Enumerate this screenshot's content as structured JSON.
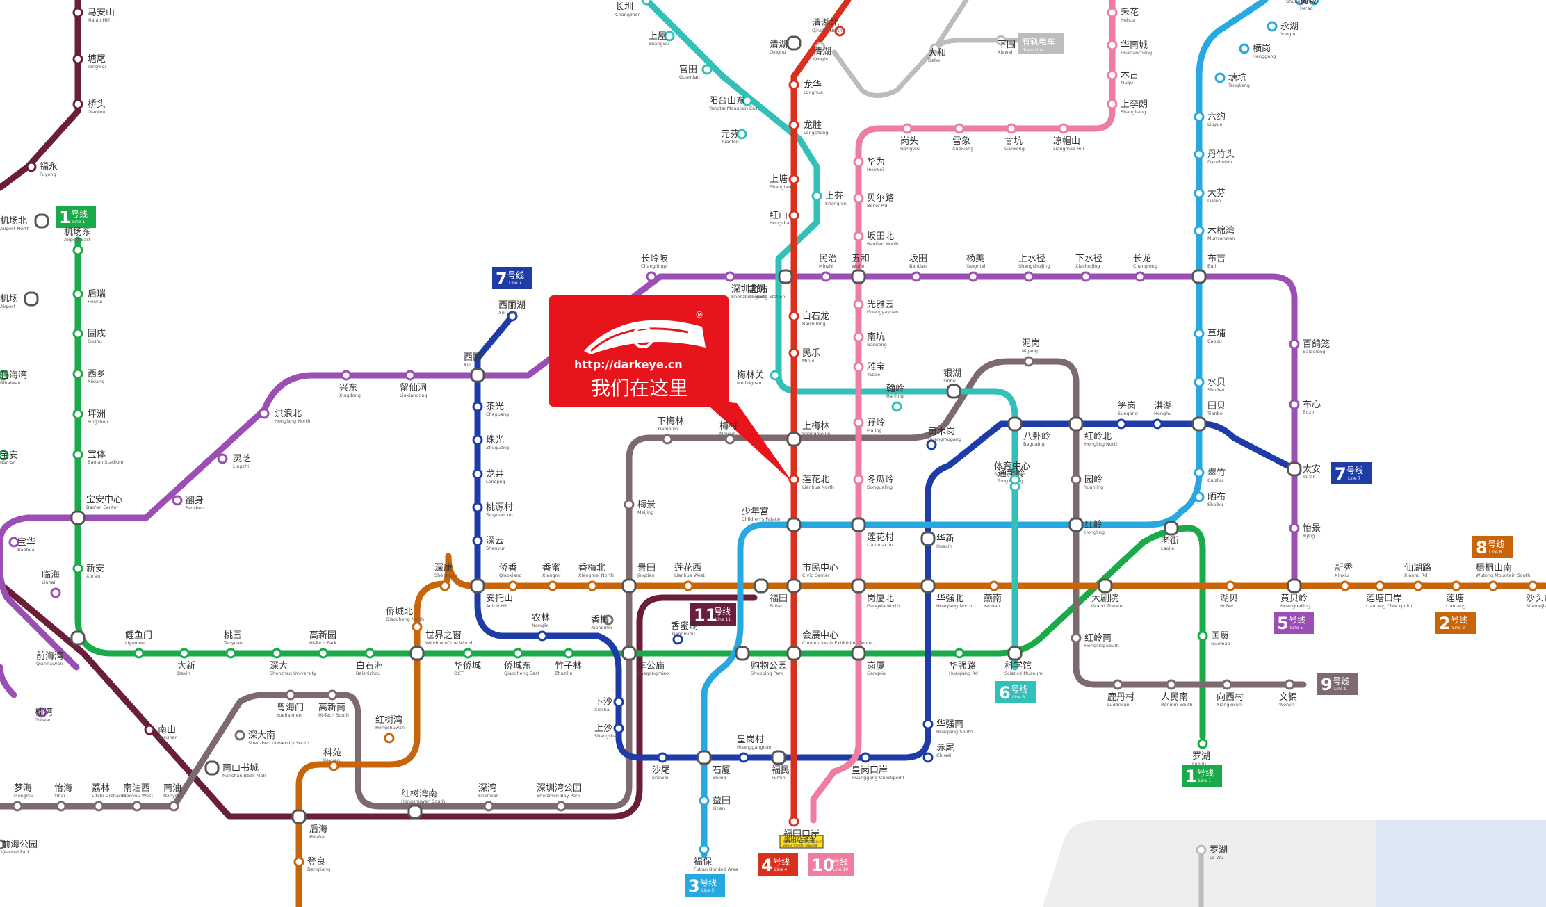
{
  "callout": {
    "url": "http://darkeye.cn",
    "text": "我们在这里",
    "registered_mark": "®",
    "logo_icon": "eye-logo-icon"
  },
  "tram_label": {
    "zh": "有轨电车",
    "en": "Tram Line"
  },
  "border_crossing_label": {
    "zh": "需出站换乘",
    "en": "Station transfer required"
  },
  "lines": [
    {
      "id": "1",
      "color": "#1aaa4a"
    },
    {
      "id": "2",
      "color": "#c8640a"
    },
    {
      "id": "3",
      "color": "#28a8e0"
    },
    {
      "id": "4",
      "color": "#d9301e"
    },
    {
      "id": "5",
      "color": "#9b4fb5"
    },
    {
      "id": "6",
      "color": "#33c0b8"
    },
    {
      "id": "7",
      "color": "#1e3ca8"
    },
    {
      "id": "9",
      "color": "#7d6a6e"
    },
    {
      "id": "10",
      "color": "#ee7d9f"
    },
    {
      "id": "11",
      "color": "#6a1e3c"
    },
    {
      "id": "tram",
      "color": "#b8b8b8"
    }
  ],
  "badges": [
    {
      "num": "1",
      "zh": "号线",
      "en": "Line 1",
      "color": "#1aaa4a"
    },
    {
      "num": "7",
      "zh": "号线",
      "en": "Line 7",
      "color": "#1e3ca8"
    },
    {
      "num": "7",
      "zh": "号线",
      "en": "Line 7",
      "color": "#1e3ca8"
    },
    {
      "num": "8",
      "zh": "号线",
      "en": "Line 8",
      "color": "#c8640a"
    },
    {
      "num": "2",
      "zh": "号线",
      "en": "Line 2",
      "color": "#c8640a"
    },
    {
      "num": "5",
      "zh": "号线",
      "en": "Line 5",
      "color": "#9b4fb5"
    },
    {
      "num": "9",
      "zh": "号线",
      "en": "Line 9",
      "color": "#7d6a6e"
    },
    {
      "num": "11",
      "zh": "号线",
      "en": "Line 11",
      "color": "#6a1e3c"
    },
    {
      "num": "6",
      "zh": "号线",
      "en": "Line 6",
      "color": "#33c0b8"
    },
    {
      "num": "1",
      "zh": "号线",
      "en": "Line 1",
      "color": "#1aaa4a"
    },
    {
      "num": "4",
      "zh": "号线",
      "en": "Line 4",
      "color": "#d9301e"
    },
    {
      "num": "10",
      "zh": "号线",
      "en": "Line 10",
      "color": "#ee7d9f"
    },
    {
      "num": "3",
      "zh": "号线",
      "en": "Line 3",
      "color": "#28a8e0"
    }
  ],
  "stations": [
    {
      "zh": "马安山",
      "en": "Ma'an Hill"
    },
    {
      "zh": "塘尾",
      "en": "Tangwei"
    },
    {
      "zh": "桥头",
      "en": "Qiaotou"
    },
    {
      "zh": "福永",
      "en": "Fuyong"
    },
    {
      "zh": "机场北",
      "en": "Airport North"
    },
    {
      "zh": "机场东",
      "en": "Airport East"
    },
    {
      "zh": "机场",
      "en": "Airport"
    },
    {
      "zh": "后瑞",
      "en": "Hourui"
    },
    {
      "zh": "固戍",
      "en": "Gushu"
    },
    {
      "zh": "西乡",
      "en": "Xixiang"
    },
    {
      "zh": "碧海湾",
      "en": "Bihaiwan"
    },
    {
      "zh": "坪洲",
      "en": "Pingzhou"
    },
    {
      "zh": "宝体",
      "en": "Bao'an Stadium"
    },
    {
      "zh": "宝安",
      "en": "Bao'an"
    },
    {
      "zh": "宝安中心",
      "en": "Bao'an Center"
    },
    {
      "zh": "宝华",
      "en": "Baohua"
    },
    {
      "zh": "临海",
      "en": "Linhai"
    },
    {
      "zh": "新安",
      "en": "Xin'an"
    },
    {
      "zh": "前海湾",
      "en": "Qianhaiwan"
    },
    {
      "zh": "鲤鱼门",
      "en": "Liyumen"
    },
    {
      "zh": "大新",
      "en": "Daxin"
    },
    {
      "zh": "桃园",
      "en": "Taoyuan"
    },
    {
      "zh": "深大",
      "en": "Shenzhen University"
    },
    {
      "zh": "高新园",
      "en": "Hi-Tech Park"
    },
    {
      "zh": "白石洲",
      "en": "Baishizhou"
    },
    {
      "zh": "桂湾",
      "en": "Guiwan"
    },
    {
      "zh": "南山",
      "en": "Nanshan"
    },
    {
      "zh": "梦海",
      "en": "Menghai"
    },
    {
      "zh": "怡海",
      "en": "Yihai"
    },
    {
      "zh": "荔林",
      "en": "Litchi Orchards"
    },
    {
      "zh": "南油西",
      "en": "Nanyou West"
    },
    {
      "zh": "南油",
      "en": "Nanyou"
    },
    {
      "zh": "前海公园",
      "en": "Qianhai Park"
    },
    {
      "zh": "南山书城",
      "en": "Nanshan Book Mall"
    },
    {
      "zh": "深大南",
      "en": "Shenzhen University South"
    },
    {
      "zh": "粤海门",
      "en": "Yuehaimen"
    },
    {
      "zh": "高新南",
      "en": "Hi-Tech South"
    },
    {
      "zh": "后海",
      "en": "Houhai"
    },
    {
      "zh": "登良",
      "en": "Dengliang"
    },
    {
      "zh": "科苑",
      "en": "Keyuan"
    },
    {
      "zh": "红树湾",
      "en": "Hongshuwan"
    },
    {
      "zh": "红树湾南",
      "en": "Hongshuwan South"
    },
    {
      "zh": "深湾",
      "en": "Shenwan"
    },
    {
      "zh": "深圳湾公园",
      "en": "Shenzhen Bay Park"
    },
    {
      "zh": "西丽湖",
      "en": "Xili Lake"
    },
    {
      "zh": "西丽",
      "en": "Xili"
    },
    {
      "zh": "兴东",
      "en": "Xingdong"
    },
    {
      "zh": "留仙洞",
      "en": "Liuxiandong"
    },
    {
      "zh": "洪浪北",
      "en": "Honglang North"
    },
    {
      "zh": "灵芝",
      "en": "Lingzhi"
    },
    {
      "zh": "翻身",
      "en": "Fanshen"
    },
    {
      "zh": "茶光",
      "en": "Chaguang"
    },
    {
      "zh": "珠光",
      "en": "Zhuguang"
    },
    {
      "zh": "龙井",
      "en": "Longjing"
    },
    {
      "zh": "桃源村",
      "en": "Taoyuancun"
    },
    {
      "zh": "深云",
      "en": "Shenyun"
    },
    {
      "zh": "安托山",
      "en": "Antuo Hill"
    },
    {
      "zh": "农林",
      "en": "Nonglin"
    },
    {
      "zh": "侨城北",
      "en": "Qiaocheng North"
    },
    {
      "zh": "深康",
      "en": "Shenkang"
    },
    {
      "zh": "侨香",
      "en": "Qiaoxiang"
    },
    {
      "zh": "香蜜",
      "en": "Xiangmi"
    },
    {
      "zh": "香梅北",
      "en": "Xiangmei North"
    },
    {
      "zh": "世界之窗",
      "en": "Window of the World"
    },
    {
      "zh": "华侨城",
      "en": "OCT"
    },
    {
      "zh": "侨城东",
      "en": "Qiaocheng East"
    },
    {
      "zh": "竹子林",
      "en": "Zhuzilin"
    },
    {
      "zh": "香梅",
      "en": "Xiangmei"
    },
    {
      "zh": "下沙",
      "en": "Xiasha"
    },
    {
      "zh": "上沙",
      "en": "Shangsha"
    },
    {
      "zh": "沙尾",
      "en": "Shawei"
    },
    {
      "zh": "石厦",
      "en": "Shixia"
    },
    {
      "zh": "益田",
      "en": "Yitian"
    },
    {
      "zh": "福保",
      "en": "Futian Bonded Area"
    },
    {
      "zh": "车公庙",
      "en": "Chegongmiao"
    },
    {
      "zh": "香蜜湖",
      "en": "Xiangmihu"
    },
    {
      "zh": "购物公园",
      "en": "Shopping Park"
    },
    {
      "zh": "景田",
      "en": "Jingtian"
    },
    {
      "zh": "莲花西",
      "en": "Lianhua West"
    },
    {
      "zh": "梅景",
      "en": "Meijing"
    },
    {
      "zh": "下梅林",
      "en": "Xiameilin"
    },
    {
      "zh": "梅村",
      "en": "Meicun"
    },
    {
      "zh": "上梅林",
      "en": "Shangmeilin"
    },
    {
      "zh": "梅林关",
      "en": "Meilinguan"
    },
    {
      "zh": "深圳北站",
      "en": "Shenzhen North Station"
    },
    {
      "zh": "长岭陂",
      "en": "Changlingpi"
    },
    {
      "zh": "塘朗",
      "en": "Tanglang"
    },
    {
      "zh": "民治",
      "en": "Minzhi"
    },
    {
      "zh": "五和",
      "en": "Wuhe"
    },
    {
      "zh": "坂田",
      "en": "Bantian"
    },
    {
      "zh": "杨美",
      "en": "Yangmei"
    },
    {
      "zh": "上水径",
      "en": "Shangshuijing"
    },
    {
      "zh": "下水径",
      "en": "Xiashuijing"
    },
    {
      "zh": "长龙",
      "en": "Changlong"
    },
    {
      "zh": "布吉",
      "en": "Buji"
    },
    {
      "zh": "百鸽笼",
      "en": "Baigelong"
    },
    {
      "zh": "布心",
      "en": "Buxin"
    },
    {
      "zh": "太安",
      "en": "Tai'an"
    },
    {
      "zh": "怡景",
      "en": "Yijing"
    },
    {
      "zh": "黄贝岭",
      "en": "Huangbeiling"
    },
    {
      "zh": "湖贝",
      "en": "Hubei"
    },
    {
      "zh": "老街",
      "en": "Laojie"
    },
    {
      "zh": "大剧院",
      "en": "Grand Theater"
    },
    {
      "zh": "燕南",
      "en": "Yannan"
    },
    {
      "zh": "华强北",
      "en": "Huaqiang North"
    },
    {
      "zh": "岗厦北",
      "en": "Gangxia North"
    },
    {
      "zh": "福田",
      "en": "Futian"
    },
    {
      "zh": "市民中心",
      "en": "Civic Center"
    },
    {
      "zh": "会展中心",
      "en": "Convention & Exhibition Center"
    },
    {
      "zh": "岗厦",
      "en": "Gangxia"
    },
    {
      "zh": "华强路",
      "en": "Huaqiang Rd"
    },
    {
      "zh": "科学馆",
      "en": "Science Museum"
    },
    {
      "zh": "华新",
      "en": "Huaxin"
    },
    {
      "zh": "通新岭",
      "en": "Tongxinling"
    },
    {
      "zh": "莲花村",
      "en": "Lianhuacun"
    },
    {
      "zh": "少年宫",
      "en": "Children's Palace"
    },
    {
      "zh": "莲花北",
      "en": "Lianhua North"
    },
    {
      "zh": "冬瓜岭",
      "en": "Dongualing"
    },
    {
      "zh": "孖岭",
      "en": "Maling"
    },
    {
      "zh": "翰岭",
      "en": "Hanling"
    },
    {
      "zh": "银湖",
      "en": "Yinhu"
    },
    {
      "zh": "泥岗",
      "en": "Nigang"
    },
    {
      "zh": "黄木岗",
      "en": "Huangmugang"
    },
    {
      "zh": "体育中心",
      "en": "Sports Center"
    },
    {
      "zh": "八卦岭",
      "en": "Baguaing"
    },
    {
      "zh": "红岭北",
      "en": "Hongling North"
    },
    {
      "zh": "园岭",
      "en": "Yuanling"
    },
    {
      "zh": "红岭",
      "en": "Hongling"
    },
    {
      "zh": "红岭南",
      "en": "Hongling South"
    },
    {
      "zh": "笋岗",
      "en": "Sungang"
    },
    {
      "zh": "洪湖",
      "en": "Honghu"
    },
    {
      "zh": "田贝",
      "en": "Tianbei"
    },
    {
      "zh": "水贝",
      "en": "Shuibei"
    },
    {
      "zh": "草埔",
      "en": "Caopu"
    },
    {
      "zh": "翠竹",
      "en": "Cuizhu"
    },
    {
      "zh": "晒布",
      "en": "Shaibu"
    },
    {
      "zh": "国贸",
      "en": "Guomao"
    },
    {
      "zh": "罗湖",
      "en": "Luohu"
    },
    {
      "zh": "鹿丹村",
      "en": "Ludancun"
    },
    {
      "zh": "人民南",
      "en": "Renmin South"
    },
    {
      "zh": "向西村",
      "en": "Xiangxicun"
    },
    {
      "zh": "文锦",
      "en": "Wenjin"
    },
    {
      "zh": "华强南",
      "en": "Huaqiang South"
    },
    {
      "zh": "赤尾",
      "en": "Chiwei"
    },
    {
      "zh": "皇岗口岸",
      "en": "Huanggang Checkpoint"
    },
    {
      "zh": "皇岗村",
      "en": "Huanggangcun"
    },
    {
      "zh": "福民",
      "en": "Fumin"
    },
    {
      "zh": "福田口岸",
      "en": "Futian Checkpoint"
    },
    {
      "zh": "新秀",
      "en": "Xinxiu"
    },
    {
      "zh": "莲塘口岸",
      "en": "Liantang Checkpoint"
    },
    {
      "zh": "仙湖路",
      "en": "Xianhu Rd"
    },
    {
      "zh": "莲塘",
      "en": "Liantang"
    },
    {
      "zh": "梧桐山南",
      "en": "Wutong Mountain South"
    },
    {
      "zh": "沙头角",
      "en": "Shatoujiao"
    },
    {
      "zh": "罗湖",
      "en": "Lo Wu"
    },
    {
      "zh": "长圳",
      "en": "Changzhen"
    },
    {
      "zh": "上屋",
      "en": "Shangwu"
    },
    {
      "zh": "官田",
      "en": "Guantian"
    },
    {
      "zh": "阳台山东",
      "en": "Yangtai Mountain East"
    },
    {
      "zh": "元芬",
      "en": "Yuanfen"
    },
    {
      "zh": "上塘",
      "en": "Shangtang"
    },
    {
      "zh": "红山",
      "en": "Hongshan"
    },
    {
      "zh": "清湖北",
      "en": "Qinghu North"
    },
    {
      "zh": "清湖",
      "en": "Qinghu"
    },
    {
      "zh": "龙华",
      "en": "Longhua"
    },
    {
      "zh": "龙胜",
      "en": "Longsheng"
    },
    {
      "zh": "上芬",
      "en": "Shangfen"
    },
    {
      "zh": "白石龙",
      "en": "Baishilong"
    },
    {
      "zh": "民乐",
      "en": "Minle"
    },
    {
      "zh": "华为",
      "en": "Huawei"
    },
    {
      "zh": "贝尔路",
      "en": "Bei'er Rd"
    },
    {
      "zh": "坂田北",
      "en": "Bantian North"
    },
    {
      "zh": "光雅园",
      "en": "Guangyayuan"
    },
    {
      "zh": "南坑",
      "en": "Nankeng"
    },
    {
      "zh": "雅宝",
      "en": "Yabao"
    },
    {
      "zh": "岗头",
      "en": "Gangtou"
    },
    {
      "zh": "雪象",
      "en": "Xuexiang"
    },
    {
      "zh": "甘坑",
      "en": "Gankeng"
    },
    {
      "zh": "凉帽山",
      "en": "Liangmao Hill"
    },
    {
      "zh": "上李朗",
      "en": "Shangliang"
    },
    {
      "zh": "木古",
      "en": "Mugu"
    },
    {
      "zh": "华南城",
      "en": "Huanancheng"
    },
    {
      "zh": "禾花",
      "en": "Hehua"
    },
    {
      "zh": "双龙",
      "en": "Shuanglong"
    },
    {
      "zh": "永湖",
      "en": "Yonghu"
    },
    {
      "zh": "横岗",
      "en": "Henggang"
    },
    {
      "zh": "塘坑",
      "en": "Tangkeng"
    },
    {
      "zh": "六约",
      "en": "Liuyue"
    },
    {
      "zh": "丹竹头",
      "en": "Danzhutou"
    },
    {
      "zh": "大芬",
      "en": "Dafen"
    },
    {
      "zh": "木棉湾",
      "en": "Mumianwan"
    },
    {
      "zh": "清湖",
      "en": "Qinghu"
    },
    {
      "zh": "大和",
      "en": "Dahe"
    },
    {
      "zh": "下围",
      "en": "Xiawei"
    },
    {
      "zh": "荷坳",
      "en": "He'ao"
    }
  ]
}
